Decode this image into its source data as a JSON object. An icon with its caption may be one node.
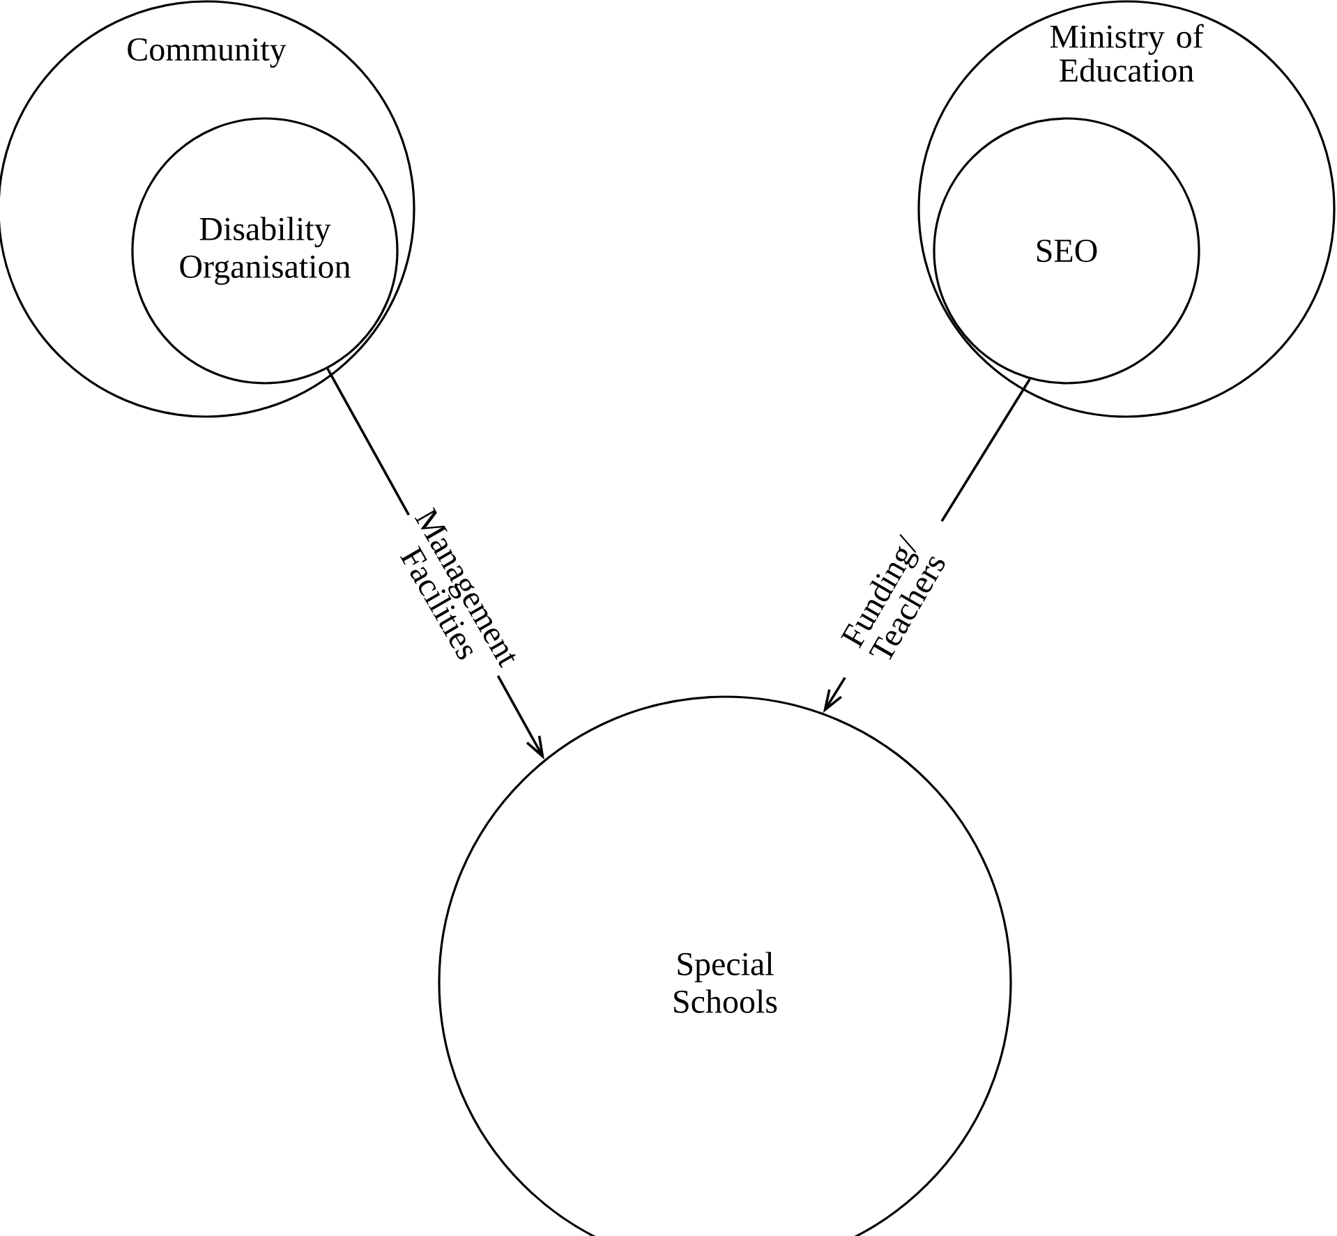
{
  "diagram": {
    "nodes": [
      {
        "text": [
          "Community"
        ]
      },
      {
        "text": [
          "Disability Organisation"
        ],
        "in": 0
      },
      {
        "text": [
          "Ministry of Education"
        ]
      },
      {
        "text": [
          "SEO"
        ],
        "in": 2
      },
      {
        "text": [
          "Special Schools"
        ]
      }
    ],
    "edges": [
      {
        "from": 1,
        "to": 4,
        "arrow": "to",
        "label": "Management Facilities"
      },
      {
        "from": 3,
        "to": 4,
        "arrow": "to",
        "label": "Funding/ Teachers"
      }
    ]
  }
}
